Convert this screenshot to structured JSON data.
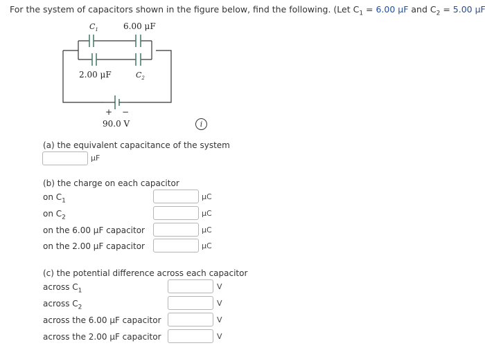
{
  "header": {
    "text_before": "For the system of capacitors shown in the figure below, find the following. (Let C",
    "text_c1_sub": "1",
    "text_eq1": " = ",
    "c1_value": "6.00 μF",
    "text_and": " and C",
    "text_c2_sub": "2",
    "text_eq2": " = ",
    "c2_value": "5.00 μF",
    "text_after": ".)"
  },
  "figure": {
    "label_c1_top": "C",
    "label_c1_top_sub": "1",
    "label_600": "6.00 μF",
    "label_200": "2.00 μF",
    "label_c2_bottom": "C",
    "label_c2_bottom_sub": "2",
    "battery_plus": "+",
    "battery_minus": "−",
    "battery_voltage": "90.0 V",
    "info_icon": "i"
  },
  "part_a": {
    "prompt": "(a) the equivalent capacitance of the system",
    "unit": "μF",
    "value": ""
  },
  "part_b": {
    "prompt": "(b) the charge on each capacitor",
    "rows": [
      {
        "label": "on C",
        "sub": "1",
        "unit": "μC",
        "value": ""
      },
      {
        "label": "on C",
        "sub": "2",
        "unit": "μC",
        "value": ""
      },
      {
        "label": "on the 6.00 μF capacitor",
        "sub": "",
        "unit": "μC",
        "value": ""
      },
      {
        "label": "on the 2.00 μF capacitor",
        "sub": "",
        "unit": "μC",
        "value": ""
      }
    ]
  },
  "part_c": {
    "prompt": "(c) the potential difference across each capacitor",
    "rows": [
      {
        "label": "across C",
        "sub": "1",
        "unit": "V",
        "value": ""
      },
      {
        "label": "across C",
        "sub": "2",
        "unit": "V",
        "value": ""
      },
      {
        "label": "across the 6.00 μF capacitor",
        "sub": "",
        "unit": "V",
        "value": ""
      },
      {
        "label": "across the 2.00 μF capacitor",
        "sub": "",
        "unit": "V",
        "value": ""
      }
    ]
  },
  "colors": {
    "highlight": "#1f4e9e",
    "text": "#333333",
    "input_border": "#b5b5b5",
    "battery": "#3a7a5a"
  }
}
